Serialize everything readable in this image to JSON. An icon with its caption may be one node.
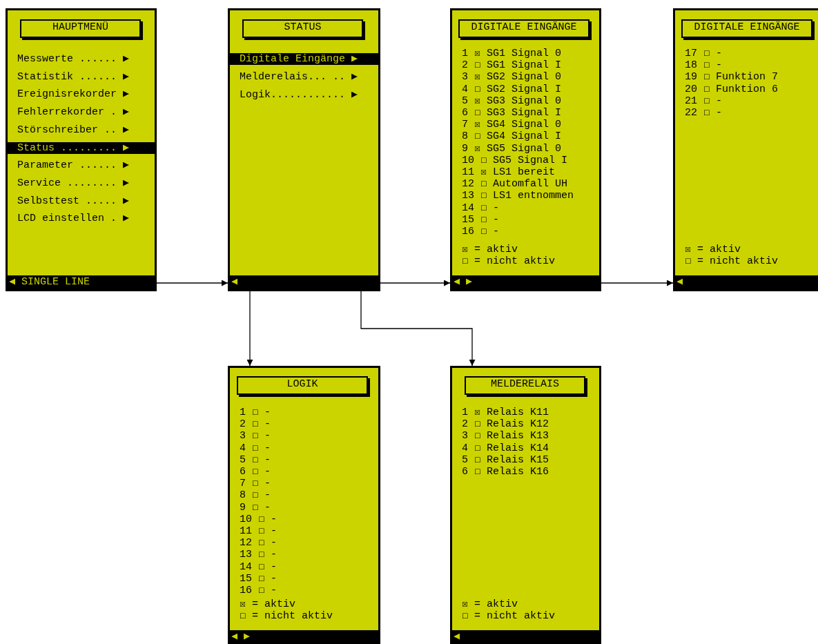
{
  "diagram": {
    "nodes": [
      {
        "text": [
          "Messwerte ...... ▶",
          "Statistik ...... ▶",
          "Ereignisrekorder ▶",
          "Fehlerrekorder . ▶",
          "Störschreiber .. ▶",
          "Status ......... ▶",
          "Parameter ...... ▶",
          "Service ........ ▶",
          "Selbsttest ..... ▶",
          "LCD einstellen . ▶",
          "◀ SINGLE LINE"
        ]
      },
      {
        "text": [
          "HAUPTMENÜ"
        ],
        "in": 0
      },
      {
        "text": [
          "Digitale Eingänge ▶",
          "Melderelais... .. ▶",
          "Logik............ ▶",
          "◀"
        ]
      },
      {
        "text": [
          "STATUS"
        ],
        "in": 2
      },
      {
        "text": [
          "1 ☒ SG1 Signal 0",
          "2 ☐ SG1 Signal I",
          "3 ☒ SG2 Signal 0",
          "4 ☐ SG2 Signal I",
          "5 ☒ SG3 Signal 0",
          "6 ☐ SG3 Signal I",
          "7 ☒ SG4 Signal 0",
          "8 ☐ SG4 Signal I",
          "9 ☒ SG5 Signal 0",
          "10 ☐ SG5 Signal I",
          "11 ☒ LS1 bereit",
          "12 ☐ Automfall UH",
          "13 ☐ LS1 entnommen",
          "14 ☐ -",
          "15 ☐ -",
          "16 ☐ -",
          "☒ = aktiv",
          "☐ = nicht aktiv",
          "◀ ▶"
        ]
      },
      {
        "text": [
          "DIGITALE EINGÄNGE"
        ],
        "in": 4
      },
      {
        "text": [
          "17 ☐ -",
          "18 ☐ -",
          "19 ☐ Funktion 7",
          "20 ☐ Funktion 6",
          "21 ☐ -",
          "22 ☐ -",
          "☒ = aktiv",
          "☐ = nicht aktiv",
          "◀"
        ]
      },
      {
        "text": [
          "DIGITALE EINGÄNGE"
        ],
        "in": 6
      },
      {
        "text": [
          "1 ☐ -",
          "2 ☐ -",
          "3 ☐ -",
          "4 ☐ -",
          "5 ☐ -",
          "6 ☐ -",
          "7 ☐ -",
          "8 ☐ -",
          "9 ☐ -",
          "10 ☐ -",
          "11 ☐ -",
          "12 ☐ -",
          "13 ☐ -",
          "14 ☐ -",
          "15 ☐ -",
          "16 ☐ -",
          "☒ = aktiv",
          "☐ = nicht aktiv",
          "◀ ▶"
        ]
      },
      {
        "text": [
          "LOGIK"
        ],
        "in": 8
      },
      {
        "text": [
          "1 ☒ Relais K11",
          "2 ☐ Relais K12",
          "3 ☐ Relais K13",
          "4 ☐ Relais K14",
          "5 ☐ Relais K15",
          "6 ☐ Relais K16",
          "☒ = aktiv",
          "☐ = nicht aktiv",
          "◀"
        ]
      },
      {
        "text": [
          "MELDERELAIS"
        ],
        "in": 10
      }
    ],
    "edges": [
      {
        "from": 0,
        "to": 2,
        "arrow": "to"
      },
      {
        "from": 2,
        "to": 4,
        "arrow": "to"
      },
      {
        "from": 4,
        "to": 6,
        "arrow": "to"
      },
      {
        "from": 2,
        "to": 8,
        "arrow": "to"
      },
      {
        "from": 2,
        "to": 10,
        "arrow": "to"
      }
    ]
  }
}
